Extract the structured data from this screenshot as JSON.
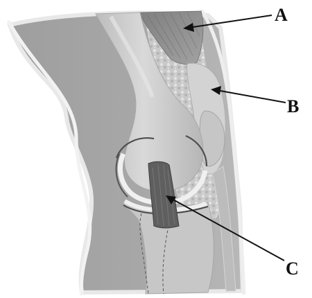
{
  "diagram": {
    "labels": {
      "a": "A",
      "b": "B",
      "c": "C"
    },
    "colors": {
      "background": "#ffffff",
      "skin": "#a9a9a9",
      "skin_edge": "#e6e6e6",
      "bone_light": "#d8d8d8",
      "bone_mid": "#c2c2c2",
      "muscle": "#8f8f8f",
      "fat_texture": "#cfcfcf",
      "ligament": "#5e5e5e",
      "cartilage": "#efefef",
      "line": "#111111"
    }
  }
}
